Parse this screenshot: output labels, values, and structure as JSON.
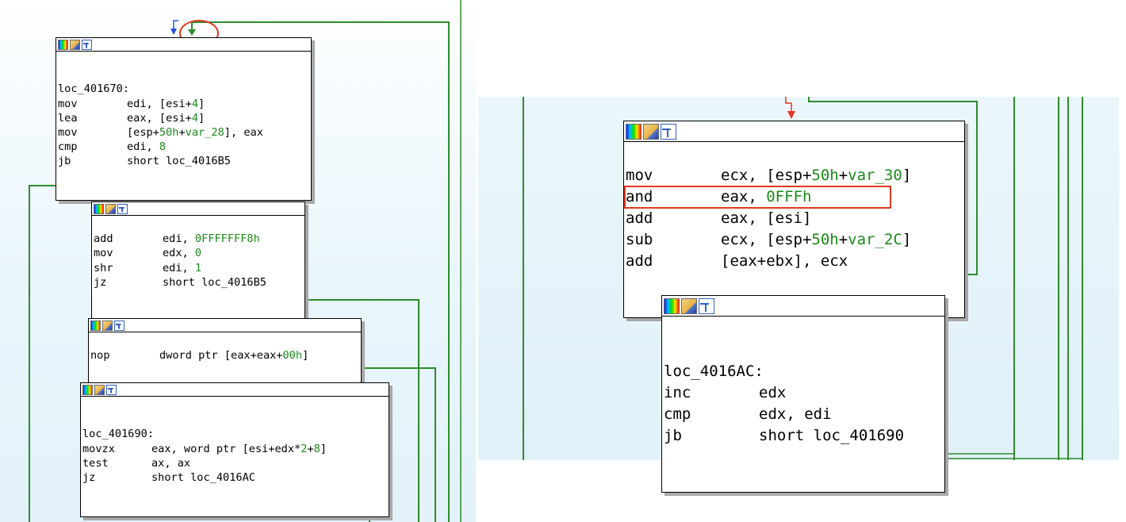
{
  "left": {
    "blocks": [
      {
        "label": "loc_401670:",
        "lines": [
          [
            "mov",
            "edi, [esi+4]"
          ],
          [
            "lea",
            "eax, [esi+4]"
          ],
          [
            "mov",
            "[esp+50h+var_28], eax"
          ],
          [
            "cmp",
            "edi, 8"
          ],
          [
            "jb",
            "short loc_4016B5"
          ]
        ]
      },
      {
        "lines": [
          [
            "add",
            "edi, 0FFFFFFF8h"
          ],
          [
            "mov",
            "edx, 0"
          ],
          [
            "shr",
            "edi, 1"
          ],
          [
            "jz",
            "short loc_4016B5"
          ]
        ]
      },
      {
        "lines": [
          [
            "nop",
            "dword ptr [eax+eax+00h]"
          ]
        ]
      },
      {
        "label": "loc_401690:",
        "lines": [
          [
            "movzx",
            "eax, word ptr [esi+edx*2+8]"
          ],
          [
            "test",
            "ax, ax"
          ],
          [
            "jz",
            "short loc_4016AC"
          ]
        ]
      }
    ]
  },
  "right": {
    "blocks": [
      {
        "lines": [
          [
            "mov",
            "ecx, [esp+50h+var_30]"
          ],
          [
            "and",
            "eax, 0FFFh"
          ],
          [
            "add",
            "eax, [esi]"
          ],
          [
            "sub",
            "ecx, [esp+50h+var_2C]"
          ],
          [
            "add",
            "[eax+ebx], ecx"
          ]
        ]
      },
      {
        "label": "loc_4016AC:",
        "lines": [
          [
            "inc",
            "edx"
          ],
          [
            "cmp",
            "edx, edi"
          ],
          [
            "jb",
            "short loc_401690"
          ]
        ]
      }
    ]
  },
  "icons": [
    "node-color-icon",
    "node-edit-icon",
    "node-graph-icon"
  ],
  "colors": {
    "edge_true": "#2e8b2e",
    "edge_false": "#e03a20",
    "edge_uncond": "#2050e0",
    "highlight": "#e03a20",
    "operand_number": "#1a8a1a",
    "background": "#e6f4fb"
  }
}
